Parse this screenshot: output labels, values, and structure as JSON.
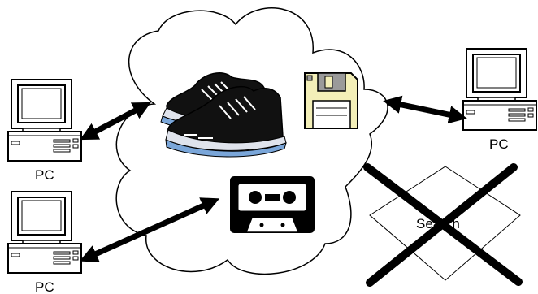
{
  "labels": {
    "pc_top_left": "PC",
    "pc_bottom_left": "PC",
    "pc_right": "PC",
    "search": "Search"
  },
  "colors": {
    "stroke": "#000000",
    "background": "#ffffff",
    "disk_body": "#f3efb8",
    "disk_shutter": "#9a9a9a",
    "shoe_white": "#dfe3ec",
    "shoe_blue": "#7aa6d9"
  },
  "icons": {
    "computer": "desktop-computer-icon",
    "shoes": "sneakers-icon",
    "disk": "floppy-disk-icon",
    "cassette": "cassette-tape-icon",
    "cross": "x-cross-icon"
  }
}
